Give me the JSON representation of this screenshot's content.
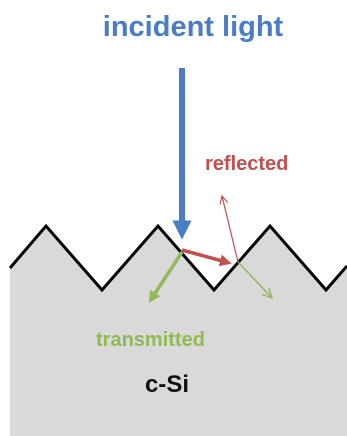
{
  "labels": {
    "incident": "incident light",
    "reflected": "reflected",
    "transmitted": "transmitted",
    "material": "c-Si"
  },
  "colors": {
    "incident": "#4a7dc4",
    "reflected": "#c0504d",
    "transmitted": "#8fba55",
    "silicon_fill": "#d9d9d9",
    "outline": "#000000",
    "material_text": "#111111"
  }
}
